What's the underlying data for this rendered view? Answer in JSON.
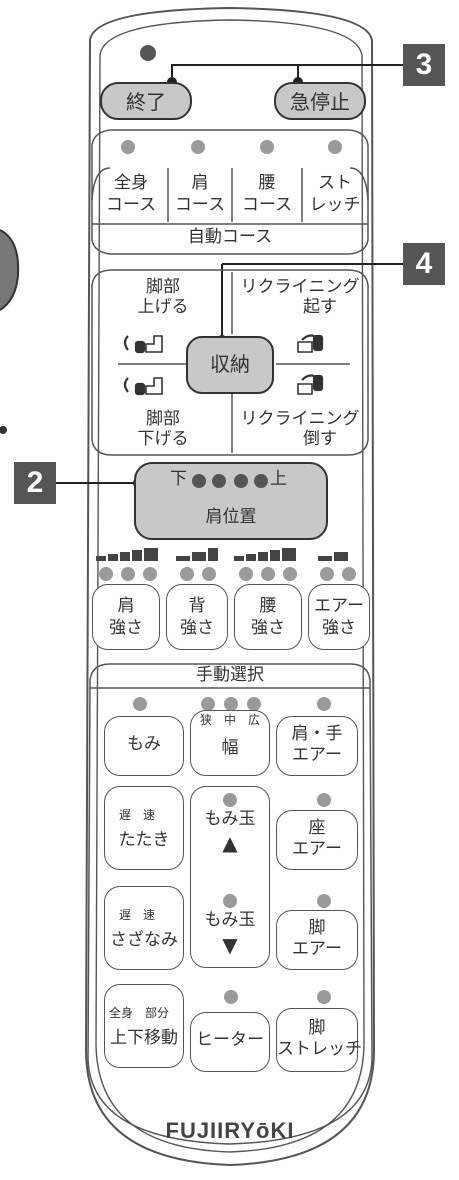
{
  "callouts": {
    "c2": "2",
    "c3": "3",
    "c4": "4"
  },
  "top": {
    "end": "終了",
    "stop": "急停止"
  },
  "courses": {
    "items": [
      {
        "line1": "全身",
        "line2": "コース"
      },
      {
        "line1": "肩",
        "line2": "コース"
      },
      {
        "line1": "腰",
        "line2": "コース"
      },
      {
        "line1": "スト",
        "line2": "レッチ"
      }
    ],
    "footer": "自動コース"
  },
  "legs": {
    "up1": "脚部",
    "up2": "上げる",
    "down1": "脚部",
    "down2": "下げる",
    "recline_up1": "リクライニング",
    "recline_up2": "起す",
    "recline_down1": "リクライニング",
    "recline_down2": "倒す",
    "store": "収納"
  },
  "shoulder_pos": {
    "low": "下",
    "high": "上",
    "label": "肩位置"
  },
  "intensity": [
    {
      "line1": "肩",
      "line2": "強さ"
    },
    {
      "line1": "背",
      "line2": "強さ"
    },
    {
      "line1": "腰",
      "line2": "強さ"
    },
    {
      "line1": "エアー",
      "line2": "強さ"
    }
  ],
  "manual": {
    "header": "手動選択",
    "momi": "もみ",
    "width": {
      "label": "幅",
      "narrow": "狭",
      "mid": "中",
      "wide": "広"
    },
    "shoulder_hand": {
      "line1": "肩・手",
      "line2": "エアー"
    },
    "tataki": {
      "label": "たたき",
      "slow": "遅",
      "fast": "速"
    },
    "ball_up": {
      "label": "もみ玉",
      "arrow": "▲"
    },
    "seat_air": {
      "line1": "座",
      "line2": "エアー"
    },
    "sazanami": {
      "label": "さざなみ",
      "slow": "遅",
      "fast": "速"
    },
    "ball_down": {
      "label": "もみ玉",
      "arrow": "▼"
    },
    "leg_air": {
      "line1": "脚",
      "line2": "エアー"
    },
    "updown": {
      "label": "上下移動",
      "whole": "全身",
      "part": "部分"
    },
    "heater": "ヒーター",
    "leg_stretch": {
      "line1": "脚",
      "line2": "ストレッチ"
    }
  },
  "brand": "FUJIIRYōKI"
}
